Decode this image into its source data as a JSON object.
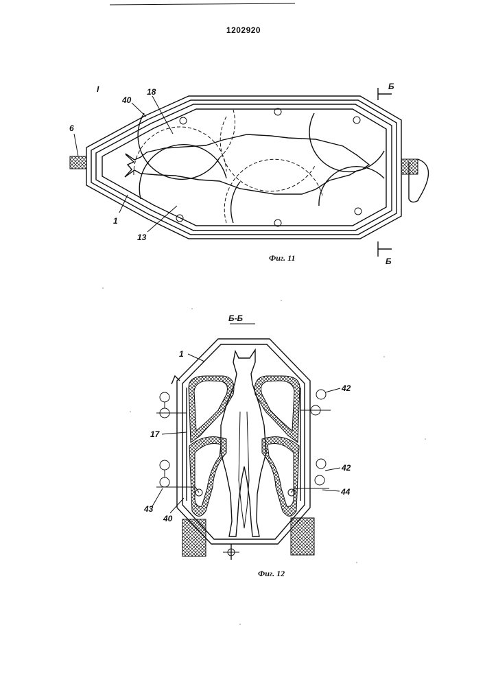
{
  "patent_number": "1202920",
  "mark": "I",
  "fig11": {
    "caption": "Фиг. 11",
    "section_mark_top": "Б",
    "section_mark_bottom": "Б",
    "labels": {
      "l40": "40",
      "l18": "18",
      "l6": "6",
      "l1": "1",
      "l13": "13"
    }
  },
  "fig12": {
    "caption": "Фиг. 12",
    "section_title": "Б-Б",
    "labels": {
      "l1": "1",
      "l17": "17",
      "l43": "43",
      "l40": "40",
      "l42a": "42",
      "l42b": "42",
      "l44": "44"
    }
  }
}
